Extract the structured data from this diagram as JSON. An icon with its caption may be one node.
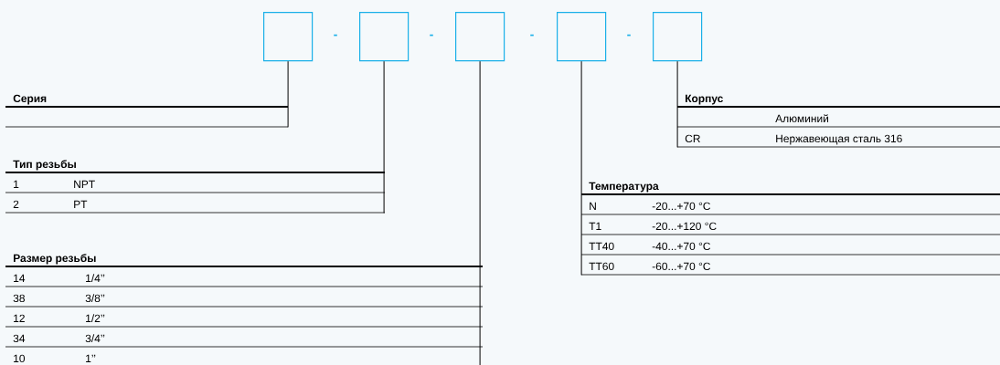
{
  "diagram": {
    "nodes": [
      {
        "text": [],
        "shape": "box"
      },
      {
        "text": [],
        "shape": "box"
      },
      {
        "text": [],
        "shape": "box"
      },
      {
        "text": [],
        "shape": "box"
      },
      {
        "text": [],
        "shape": "box"
      },
      {
        "text": [
          "Серия"
        ]
      },
      {
        "text": [
          "Тип резьбы",
          "1",
          "NPT",
          "2",
          "PT"
        ]
      },
      {
        "text": [
          "Размер резьбы",
          "14",
          "1/4’’",
          "38",
          "3/8’’",
          "12",
          "1/2’’",
          "34",
          "3/4’’",
          "10",
          "1’’"
        ]
      },
      {
        "text": [
          "Корпус",
          "Алюминий",
          "CR",
          "Нержавеющая сталь 316"
        ]
      },
      {
        "text": [
          "Температура",
          "N",
          "-20...+70 °C",
          "T1",
          "-20...+120 °C",
          "TT40",
          "-40...+70 °C",
          "TT60",
          "-60...+70 °C"
        ]
      }
    ],
    "edges": [
      {
        "from": 0,
        "to": 5,
        "arrow": "none"
      },
      {
        "from": 1,
        "to": 6,
        "arrow": "none"
      },
      {
        "from": 2,
        "to": 7,
        "arrow": "none"
      },
      {
        "from": 3,
        "to": 9,
        "arrow": "none"
      },
      {
        "from": 4,
        "to": 8,
        "arrow": "none"
      }
    ],
    "labels": [
      "-",
      "-",
      "-",
      "-"
    ]
  }
}
